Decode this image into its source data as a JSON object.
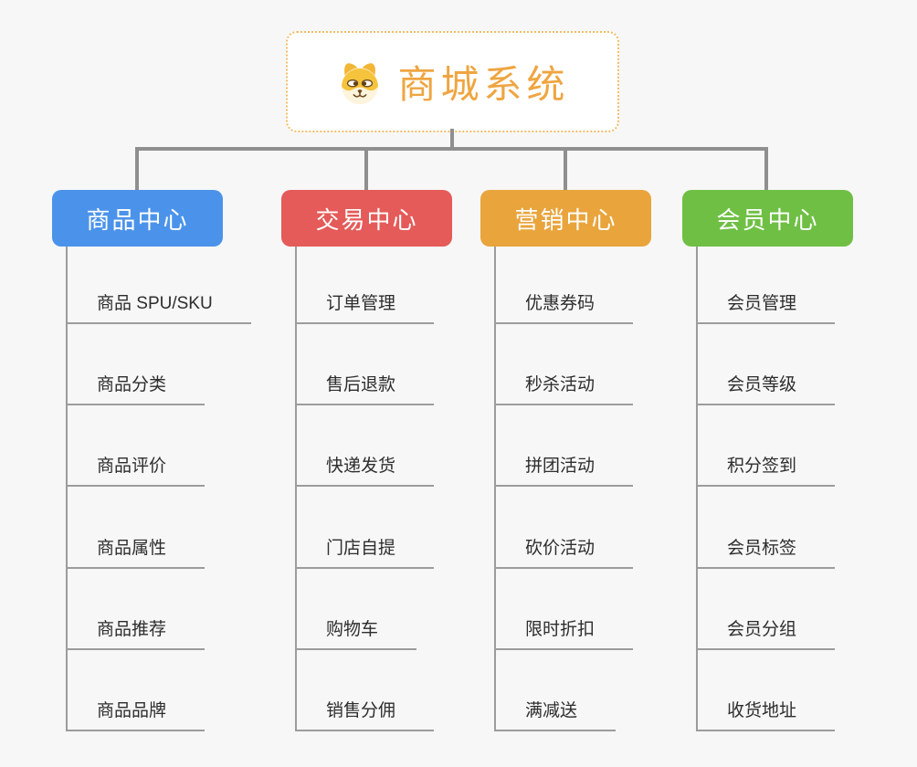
{
  "root": {
    "title": "商城系统",
    "icon": "dog-face-icon"
  },
  "branches": [
    {
      "label": "商品中心",
      "color": "#4b93ea",
      "items": [
        "商品 SPU/SKU",
        "商品分类",
        "商品评价",
        "商品属性",
        "商品推荐",
        "商品品牌"
      ]
    },
    {
      "label": "交易中心",
      "color": "#e45b59",
      "items": [
        "订单管理",
        "售后退款",
        "快递发货",
        "门店自提",
        "购物车",
        "销售分佣"
      ]
    },
    {
      "label": "营销中心",
      "color": "#e9a43c",
      "items": [
        "优惠券码",
        "秒杀活动",
        "拼团活动",
        "砍价活动",
        "限时折扣",
        "满减送"
      ]
    },
    {
      "label": "会员中心",
      "color": "#6fbf44",
      "items": [
        "会员管理",
        "会员等级",
        "积分签到",
        "会员标签",
        "会员分组",
        "收货地址"
      ]
    }
  ],
  "colors": {
    "background": "#f7f7f7",
    "connector_line": "#8f8f8f",
    "leaf_line": "#9c9c9c",
    "root_border": "#f3bc66",
    "root_text": "#efa541",
    "leaf_text": "#2d2d2d"
  }
}
